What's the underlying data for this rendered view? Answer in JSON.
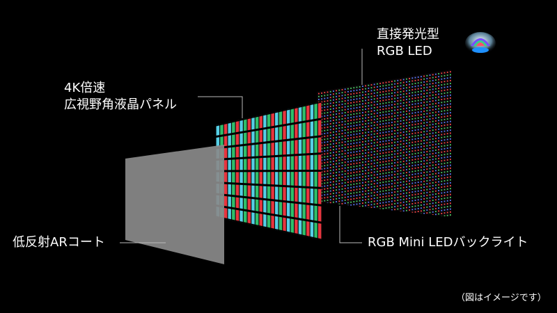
{
  "labels": {
    "direct_type_line1": "直接発光型",
    "direct_type_line2": "RGB LED",
    "panel_line1": "4K倍速",
    "panel_line2": "広視野角液晶パネル",
    "ar_coat": "低反射ARコート",
    "backlight": "RGB Mini LEDバックライト"
  },
  "note": "（図はイメージです）",
  "colors": {
    "background": "#000000",
    "line": "#bbbbbb",
    "subpixel_red": "#e8353e",
    "subpixel_green": "#2fbf6a",
    "subpixel_cyan": "#55cfe6",
    "led_red": "#ff4a4a",
    "led_green": "#4ad46a",
    "led_blue": "#5a7cff",
    "ar_coat_fill": "#8a8a8a"
  },
  "icon": "rgb-led-icon"
}
